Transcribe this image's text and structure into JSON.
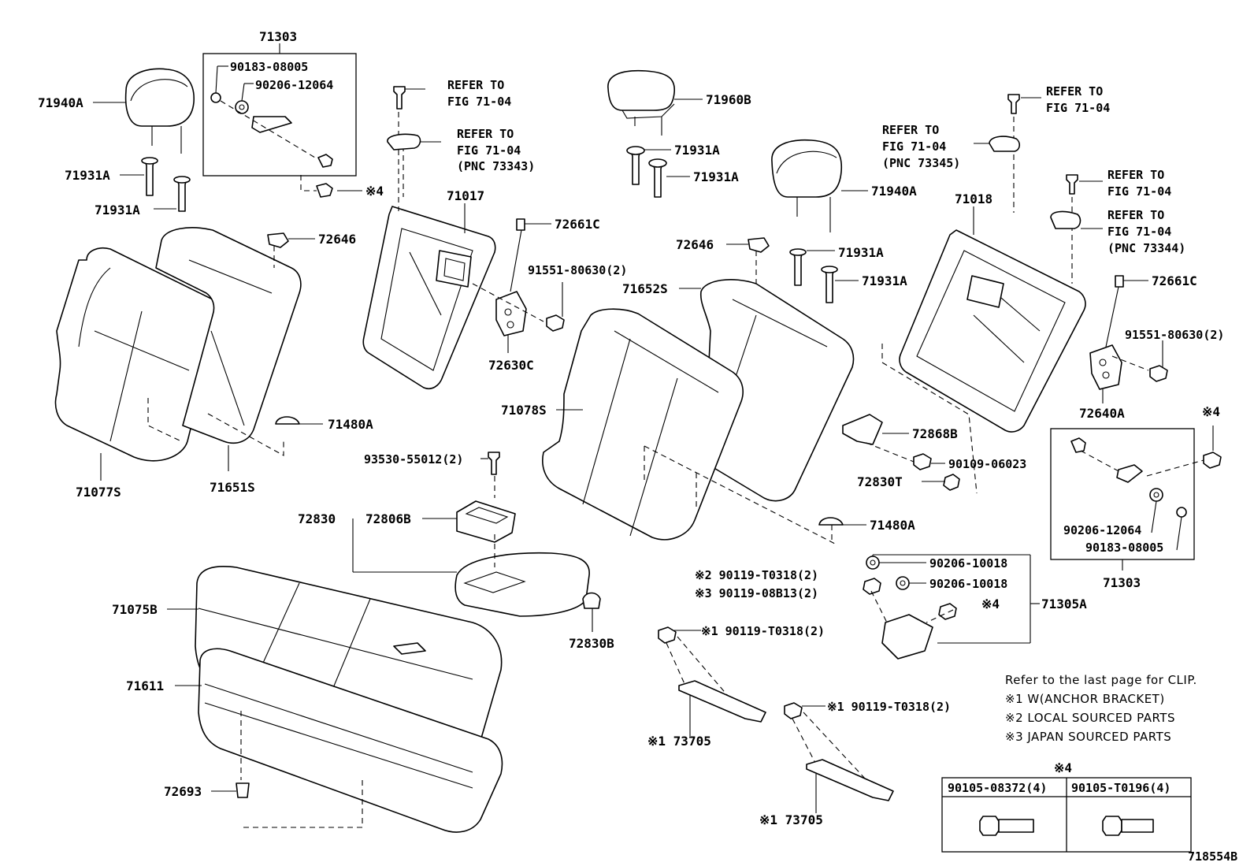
{
  "diagram_number": "718554B",
  "labels": {
    "l71303_top": "71303",
    "l90183_top": "90183-08005",
    "l90206_top": "90206-12064",
    "l71940A_left": "71940A",
    "l71931A_1": "71931A",
    "l71931A_2": "71931A",
    "l_x4_a": "※4",
    "l72646_left": "72646",
    "refer_a1": "REFER TO",
    "refer_a2": "FIG 71-04",
    "refer_b1": "REFER TO",
    "refer_b2": "FIG 71-04",
    "refer_b3": "(PNC 73343)",
    "l71017": "71017",
    "l72661C_left": "72661C",
    "l91551_left": "91551-80630(2)",
    "l72630C": "72630C",
    "l71480A_left": "71480A",
    "l71077S": "71077S",
    "l71651S": "71651S",
    "l71960B": "71960B",
    "l71931A_3": "71931A",
    "l71931A_4": "71931A",
    "l71940A_mid": "71940A",
    "l72646_mid": "72646",
    "l71931A_5": "71931A",
    "l71931A_6": "71931A",
    "l71652S": "71652S",
    "l71078S": "71078S",
    "l93530": "93530-55012(2)",
    "l72830": "72830",
    "l72806B": "72806B",
    "l72830B": "72830B",
    "l71480A_mid": "71480A",
    "refer_c1": "REFER TO",
    "refer_c2": "FIG 71-04",
    "refer_d1": "REFER TO",
    "refer_d2": "FIG 71-04",
    "refer_d3": "(PNC 73345)",
    "refer_e1": "REFER TO",
    "refer_e2": "FIG 71-04",
    "refer_f1": "REFER TO",
    "refer_f2": "FIG 71-04",
    "refer_f3": "(PNC 73344)",
    "l71018": "71018",
    "l72661C_right": "72661C",
    "l91551_right": "91551-80630(2)",
    "l72640A": "72640A",
    "l72868B": "72868B",
    "l90109": "90109-06023",
    "l72830T": "72830T",
    "l_x4_b": "※4",
    "l90206_bottom": "90206-12064",
    "l90183_bottom": "90183-08005",
    "l71303_bottom": "71303",
    "l90206_10018_a": "90206-10018",
    "l90206_10018_b": "90206-10018",
    "l_x2": "※2 90119-T0318(2)",
    "l_x3": "※3 90119-08B13(2)",
    "l_x4_c": "※4",
    "l71305A": "71305A",
    "l_x1_a": "※1 90119-T0318(2)",
    "l_x1_b": "※1 90119-T0318(2)",
    "l73705_a": "※1 73705",
    "l73705_b": "※1 73705",
    "l71075B": "71075B",
    "l71611": "71611",
    "l72693": "72693"
  },
  "notes": {
    "clip": "Refer to the last page for CLIP.",
    "n1": "※1 W(ANCHOR BRACKET)",
    "n2": "※2 LOCAL SOURCED PARTS",
    "n3": "※3 JAPAN SOURCED PARTS"
  },
  "bolt_table": {
    "title": "※4",
    "col1": "90105-08372(4)",
    "col2": "90105-T0196(4)"
  }
}
